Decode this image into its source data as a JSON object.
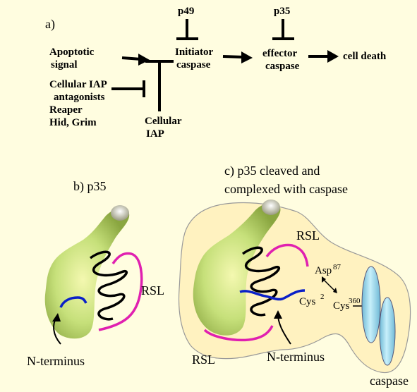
{
  "panel_a": {
    "label": "a)",
    "apoptotic_signal": [
      "Apoptotic",
      "signal"
    ],
    "antagonists": [
      "Cellular IAP",
      "antagonists",
      "Reaper",
      "Hid, Grim"
    ],
    "cellular_iap": [
      "Cellular",
      "IAP"
    ],
    "p49": "p49",
    "p35": "p35",
    "initiator": [
      "Initiator",
      "caspase"
    ],
    "effector": [
      "effector",
      "caspase"
    ],
    "cell_death": "cell death"
  },
  "panel_b": {
    "title": "b) p35",
    "rsl": "RSL",
    "n_terminus": "N-terminus"
  },
  "panel_c": {
    "title": [
      "c) p35 cleaved and",
      "complexed with caspase"
    ],
    "rsl_top": "RSL",
    "rsl_bottom": "RSL",
    "asp": "Asp",
    "asp_num": "87",
    "cys2": "Cys",
    "cys2_num": "2",
    "cys360": "Cys",
    "cys360_num": "360",
    "n_terminus": "N-terminus",
    "caspase": "caspase"
  },
  "colors": {
    "background": "#fffde0",
    "protein": "#c6e07a",
    "loop": "#e020b0",
    "n_term": "#0a20c8",
    "caspase_fill": "#fff2c0",
    "caspase_ellipse": "#9fd9ec"
  }
}
